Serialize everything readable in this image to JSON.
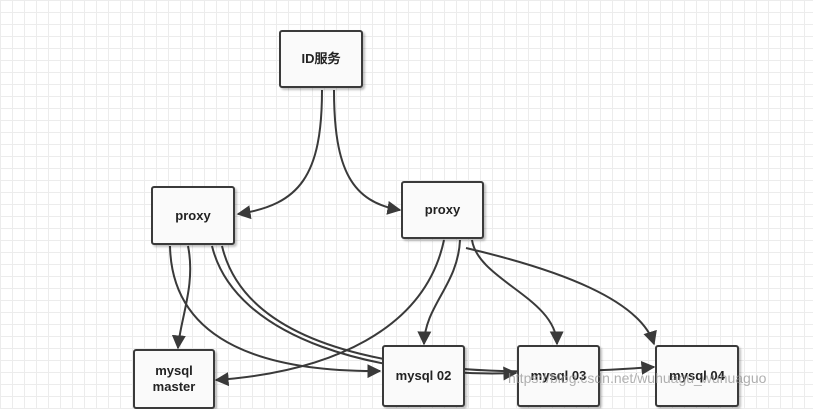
{
  "nodes": {
    "id_service": "ID服务",
    "proxy_left": "proxy",
    "proxy_right": "proxy",
    "mysql_master_line1": "mysql",
    "mysql_master_line2": "master",
    "mysql_02": "mysql 02",
    "mysql_03": "mysql 03",
    "mysql_04": "mysql 04"
  },
  "watermark": "https://blog.csdn.net/wuhuagu_wuhuaguo",
  "colors": {
    "stroke": "#3a3a3a",
    "node_fill": "#fafafa",
    "grid": "#ececec"
  }
}
